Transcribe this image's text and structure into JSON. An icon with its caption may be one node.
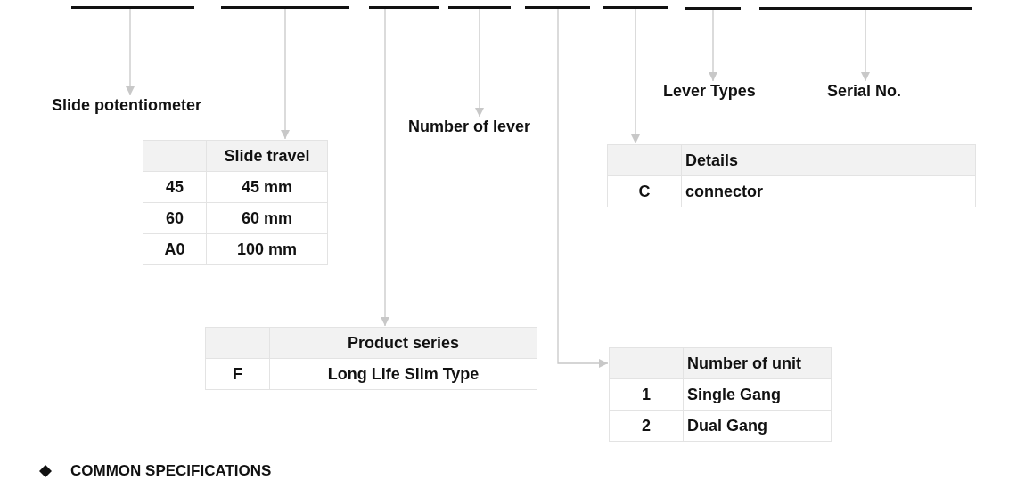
{
  "diagram": {
    "nodes": [
      {
        "text": [],
        "shape": "bar"
      },
      {
        "text": [],
        "shape": "bar"
      },
      {
        "text": [],
        "shape": "bar"
      },
      {
        "text": [],
        "shape": "bar"
      },
      {
        "text": [],
        "shape": "bar"
      },
      {
        "text": [],
        "shape": "bar"
      },
      {
        "text": [],
        "shape": "bar"
      },
      {
        "text": [],
        "shape": "bar"
      },
      {
        "text": [
          "Slide potentiometer"
        ]
      },
      {
        "text": [
          "Slide travel",
          "45",
          "45 mm",
          "60",
          "60 mm",
          "A0",
          "100 mm"
        ]
      },
      {
        "text": [
          "Lever Types"
        ]
      },
      {
        "text": [
          "Serial No."
        ]
      },
      {
        "text": [
          "Number of lever"
        ]
      },
      {
        "text": [
          "Details",
          "C",
          "connector"
        ]
      },
      {
        "text": [
          "Product series",
          "F",
          "Long Life Slim Type"
        ]
      },
      {
        "text": [
          "Number of unit",
          "1",
          "Single Gang",
          "2",
          "Dual Gang"
        ]
      }
    ],
    "edges": [
      {
        "from": 0,
        "to": 8,
        "arrow": "to"
      },
      {
        "from": 1,
        "to": 9,
        "arrow": "to"
      },
      {
        "from": 2,
        "to": 14,
        "arrow": "to"
      },
      {
        "from": 3,
        "to": 12,
        "arrow": "to"
      },
      {
        "from": 4,
        "to": 15,
        "arrow": "to"
      },
      {
        "from": 5,
        "to": 13,
        "arrow": "to"
      },
      {
        "from": 6,
        "to": 10,
        "arrow": "to"
      },
      {
        "from": 7,
        "to": 11,
        "arrow": "to"
      }
    ],
    "labels": [
      "COMMON SPECIFICATIONS"
    ]
  }
}
